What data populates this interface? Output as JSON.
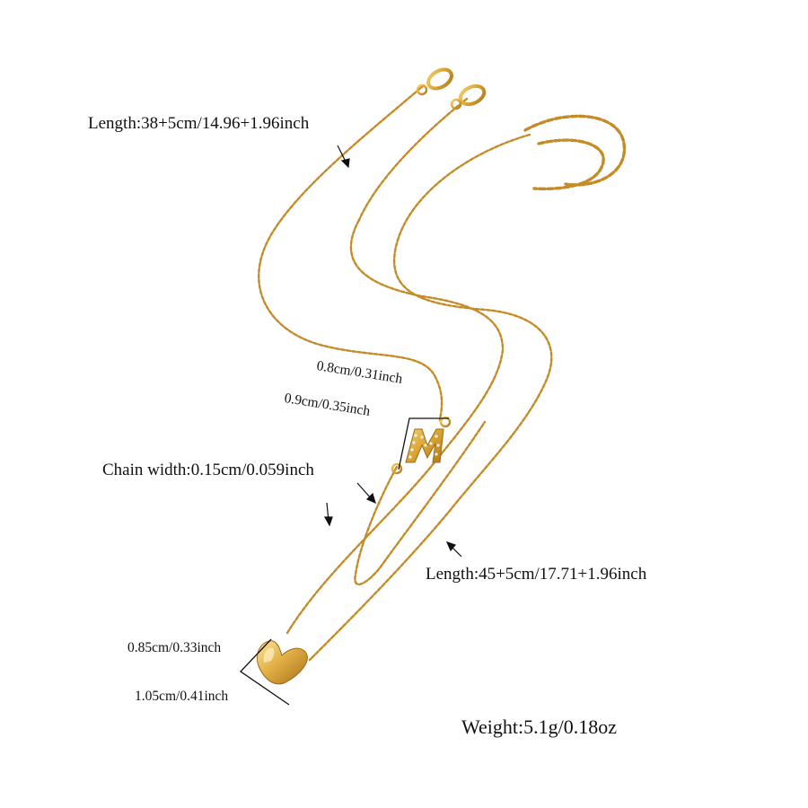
{
  "product": {
    "photo": "gold layered necklace with letter M pendant and heart pendant",
    "metal_color": "#d9a332",
    "chain_shadow_color": "#a8741c",
    "highlight_color": "#f7dc8a",
    "stone_color": "#f2f2f2"
  },
  "labels": {
    "short_chain_length": "Length:38+5cm/14.96+1.96inch",
    "letter_width": "0.8cm/0.31inch",
    "letter_height": "0.9cm/0.35inch",
    "chain_width": "Chain width:0.15cm/0.059inch",
    "long_chain_length": "Length:45+5cm/17.71+1.96inch",
    "heart_height": "0.85cm/0.33inch",
    "heart_width": "1.05cm/0.41inch",
    "weight": "Weight:5.1g/0.18oz"
  },
  "icons": {
    "arrow": "arrow-icon",
    "dimension_bracket": "bracket-icon"
  }
}
